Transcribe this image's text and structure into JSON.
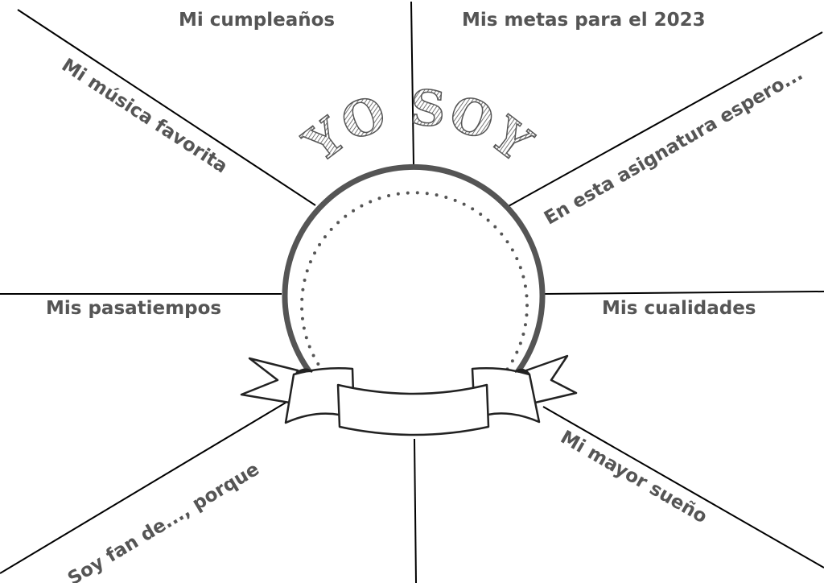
{
  "title": "YO SOY",
  "sections": {
    "birthday": "Mi cumpleaños",
    "goals": "Mis metas para el 2023",
    "music": "Mi música favorita",
    "course": "En esta asignatura espero...",
    "hobbies": "Mis pasatiempos",
    "qualities": "Mis cualidades",
    "fan": "Soy fan de..., porque",
    "dream": "Mi mayor sueño"
  },
  "colors": {
    "text": "#555555",
    "lines": "#000000",
    "circle": "#555555"
  }
}
